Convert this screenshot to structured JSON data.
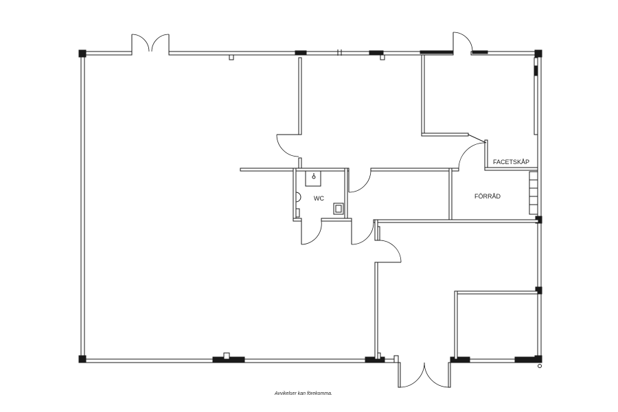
{
  "rooms": {
    "wc": "WC",
    "forrad": "FÖRRÅD",
    "facetskap": "FACETSKÅP"
  },
  "footnote": "Avvikelser kan förekomma."
}
